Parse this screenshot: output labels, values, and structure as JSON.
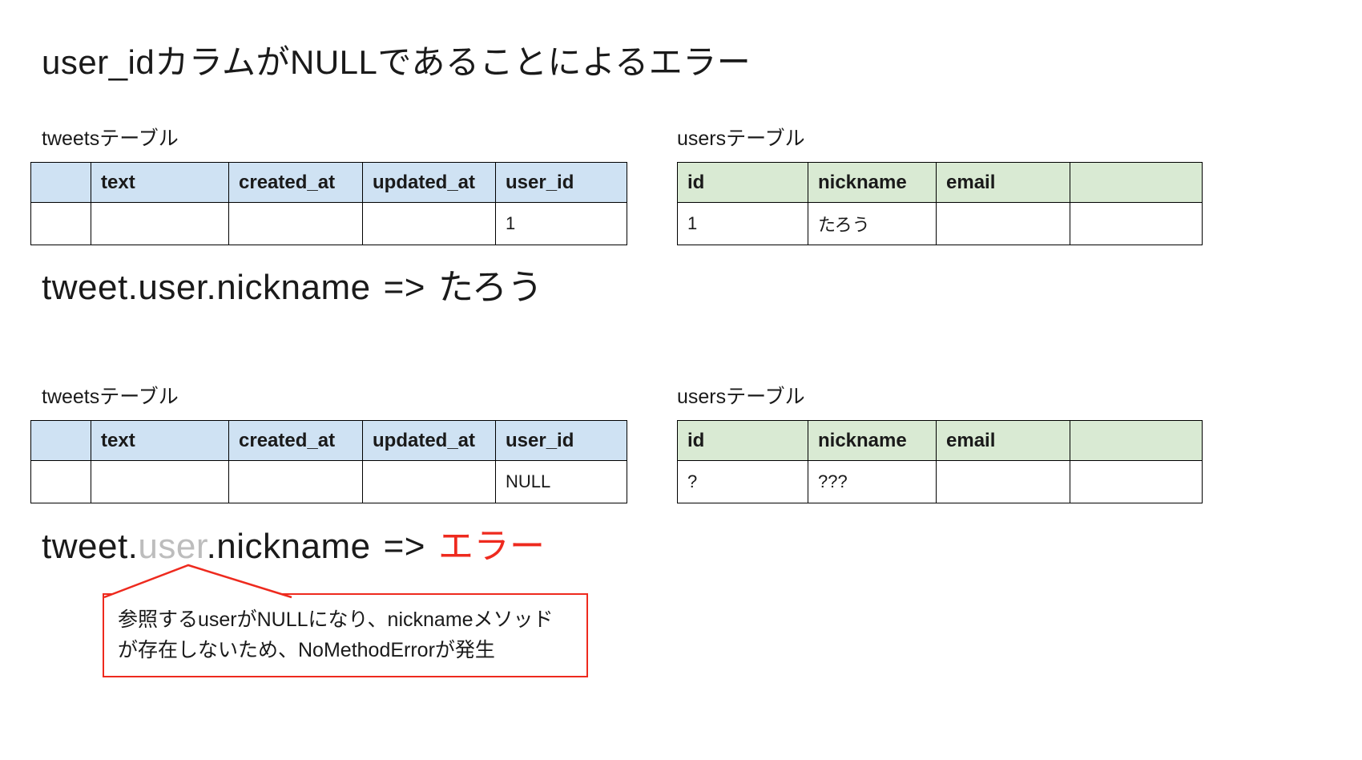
{
  "title": "user_idカラムがNULLであることによるエラー",
  "colors": {
    "tweets_header": "#cfe2f3",
    "users_header": "#d9ead3",
    "error": "#ee2a1e",
    "muted": "#bdbdbd"
  },
  "sections": [
    {
      "tweets": {
        "label": "tweetsテーブル",
        "headers": [
          "",
          "text",
          "created_at",
          "updated_at",
          "user_id"
        ],
        "row": [
          "",
          "",
          "",
          "",
          "1"
        ]
      },
      "users": {
        "label": "usersテーブル",
        "headers": [
          "id",
          "nickname",
          "email",
          ""
        ],
        "row": [
          "1",
          "たろう",
          "",
          ""
        ]
      },
      "expression": {
        "code": "tweet.user.nickname",
        "arrow": "=>",
        "result": "たろう"
      }
    },
    {
      "tweets": {
        "label": "tweetsテーブル",
        "headers": [
          "",
          "text",
          "created_at",
          "updated_at",
          "user_id"
        ],
        "row": [
          "",
          "",
          "",
          "",
          "NULL"
        ]
      },
      "users": {
        "label": "usersテーブル",
        "headers": [
          "id",
          "nickname",
          "email",
          ""
        ],
        "row": [
          "?",
          "???",
          "",
          ""
        ]
      },
      "expression": {
        "part1": "tweet.",
        "user": "user",
        "part2": ".nickname",
        "arrow": "=>",
        "result": "エラー"
      },
      "callout": "参照するuserがNULLになり、nicknameメソッドが存在しないため、NoMethodErrorが発生"
    }
  ]
}
